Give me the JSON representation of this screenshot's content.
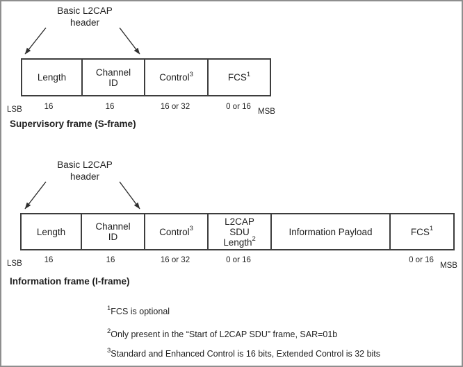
{
  "colors": {
    "background": "#ffffff",
    "page_border": "#8e8e8e",
    "line": "#3d3d3d",
    "text": "#1f1f1f"
  },
  "callout": {
    "line1": "Basic L2CAP",
    "line2": "header"
  },
  "s_frame": {
    "title": "Supervisory frame (S-frame)",
    "lsb_label": "LSB",
    "msb_label": "MSB",
    "cells": [
      {
        "lines": [
          "Length"
        ],
        "sup": "",
        "bits": "16"
      },
      {
        "lines": [
          "Channel",
          "ID"
        ],
        "sup": "",
        "bits": "16"
      },
      {
        "lines": [
          "Control"
        ],
        "sup": "3",
        "bits": "16 or 32"
      },
      {
        "lines": [
          "FCS"
        ],
        "sup": "1",
        "bits": "0 or 16"
      }
    ]
  },
  "i_frame": {
    "title": "Information frame (I-frame)",
    "lsb_label": "LSB",
    "msb_label": "MSB",
    "cells": [
      {
        "lines": [
          "Length"
        ],
        "sup": "",
        "bits": "16"
      },
      {
        "lines": [
          "Channel",
          "ID"
        ],
        "sup": "",
        "bits": "16"
      },
      {
        "lines": [
          "Control"
        ],
        "sup": "3",
        "bits": "16 or 32"
      },
      {
        "lines": [
          "L2CAP",
          "SDU",
          "Length"
        ],
        "sup": "2",
        "bits": "0 or 16"
      },
      {
        "lines": [
          "Information Payload"
        ],
        "sup": "",
        "bits": ""
      },
      {
        "lines": [
          "FCS"
        ],
        "sup": "1",
        "bits": "0 or 16"
      }
    ]
  },
  "footnotes": [
    {
      "sup": "1",
      "text": "FCS is optional"
    },
    {
      "sup": "2",
      "text": "Only present in the “Start of L2CAP SDU” frame, SAR=01b"
    },
    {
      "sup": "3",
      "text": "Standard and Enhanced Control is 16 bits, Extended Control is 32 bits"
    }
  ]
}
